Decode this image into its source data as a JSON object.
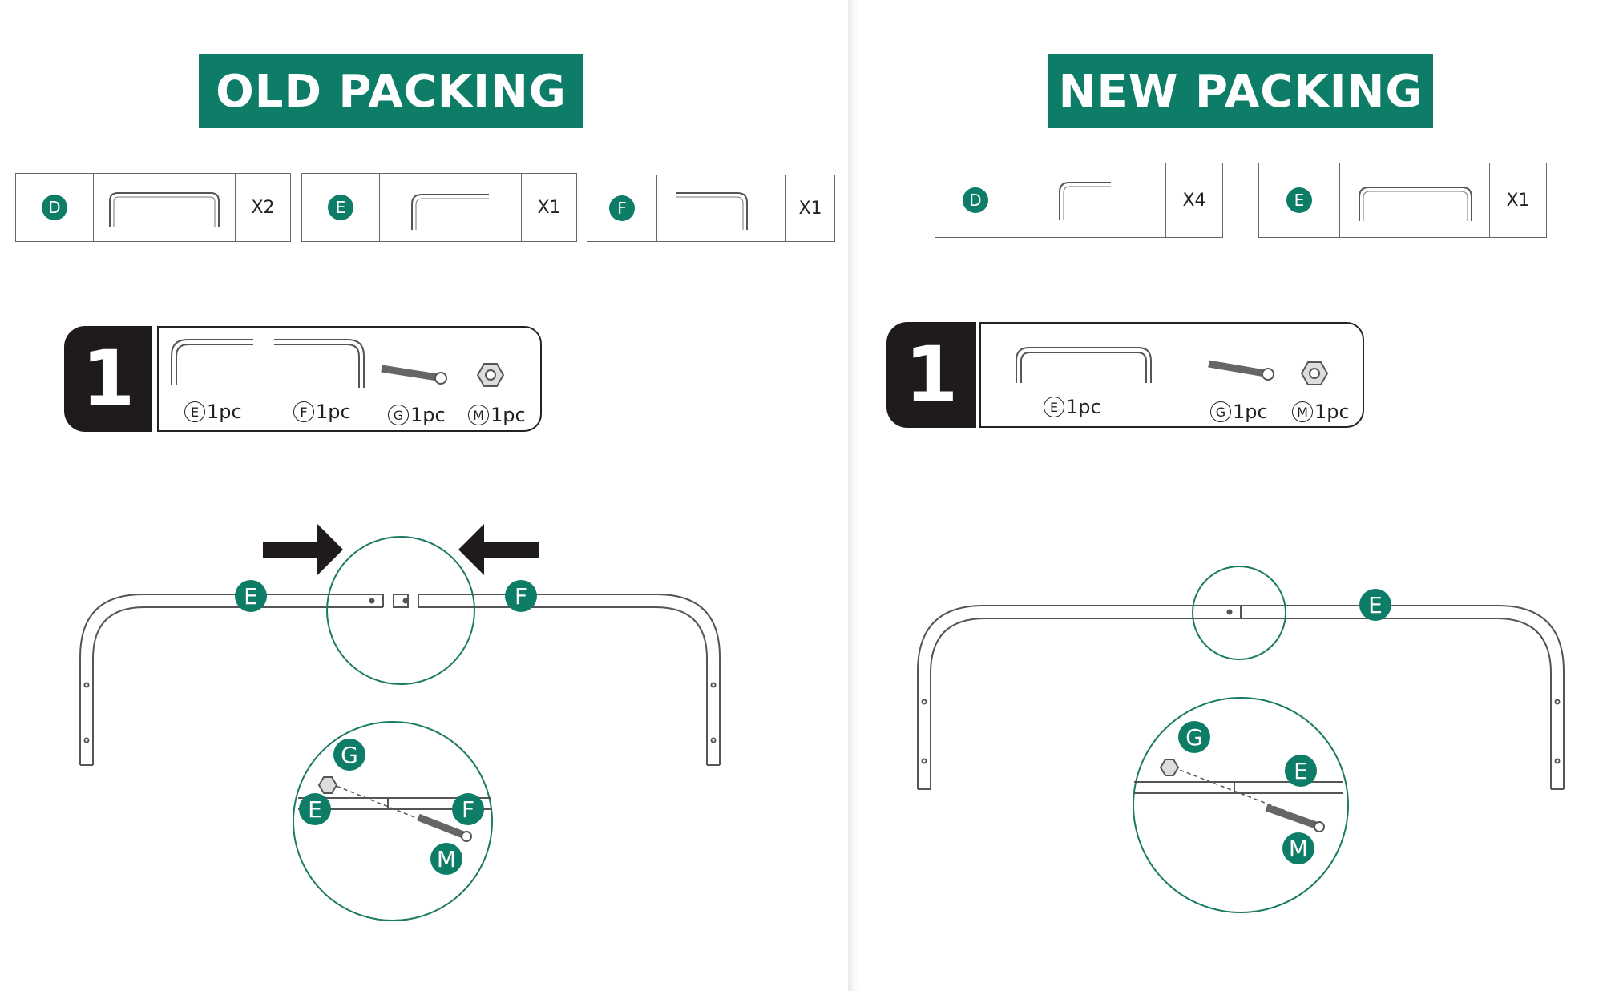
{
  "colors": {
    "accent": "#0e7d68",
    "dark": "#1f1a1b",
    "line": "#555555"
  },
  "old": {
    "title": "OLD PACKING",
    "parts": [
      {
        "letter": "D",
        "qty": "X2"
      },
      {
        "letter": "E",
        "qty": "X1"
      },
      {
        "letter": "F",
        "qty": "X1"
      }
    ],
    "step": {
      "number": "1",
      "items": [
        {
          "letter": "E",
          "qty": "1pc"
        },
        {
          "letter": "F",
          "qty": "1pc"
        },
        {
          "letter": "G",
          "qty": "1pc"
        },
        {
          "letter": "M",
          "qty": "1pc"
        }
      ]
    },
    "callouts": {
      "e": "E",
      "f": "F",
      "g": "G",
      "m": "M"
    }
  },
  "new": {
    "title": "NEW PACKING",
    "parts": [
      {
        "letter": "D",
        "qty": "X4"
      },
      {
        "letter": "E",
        "qty": "X1"
      }
    ],
    "step": {
      "number": "1",
      "items": [
        {
          "letter": "E",
          "qty": "1pc"
        },
        {
          "letter": "G",
          "qty": "1pc"
        },
        {
          "letter": "M",
          "qty": "1pc"
        }
      ]
    },
    "callouts": {
      "e": "E",
      "g": "G",
      "m": "M"
    }
  }
}
